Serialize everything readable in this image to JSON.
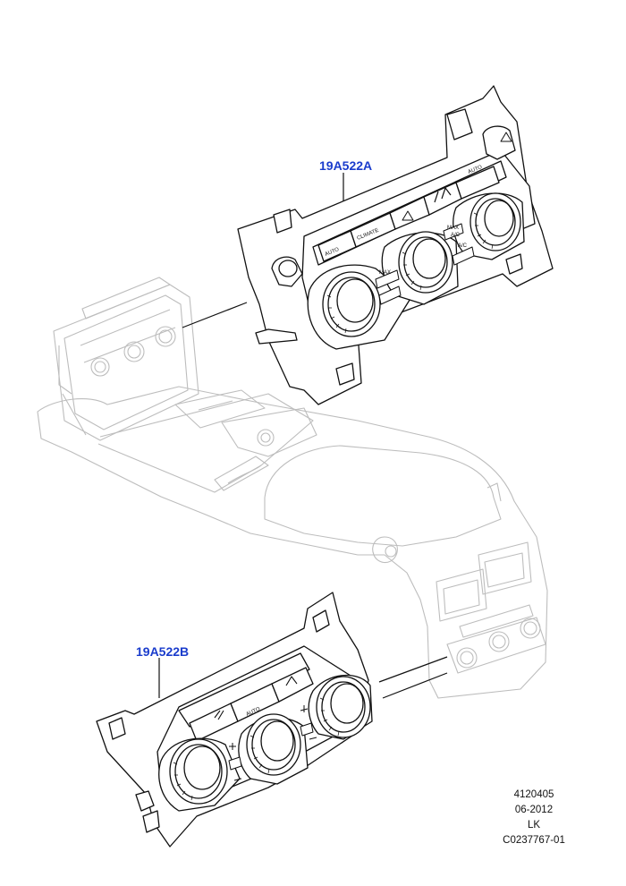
{
  "diagram": {
    "parts": [
      {
        "id": "front",
        "callout": "19A522A",
        "button_labels": [
          "AUTO",
          "CLIMATE",
          "AUTO",
          "MAX",
          "A/C",
          "MAX",
          "A/C"
        ]
      },
      {
        "id": "rear",
        "callout": "19A522B",
        "button_labels": [
          "AUTO"
        ]
      }
    ],
    "reference": {
      "number": "4120405",
      "date": "06-2012",
      "code": "LK",
      "illustration_id": "C0237767-01"
    },
    "colors": {
      "callout": "#1a3ccc",
      "line": "#111111",
      "ghost": "#bdbdbd"
    }
  }
}
